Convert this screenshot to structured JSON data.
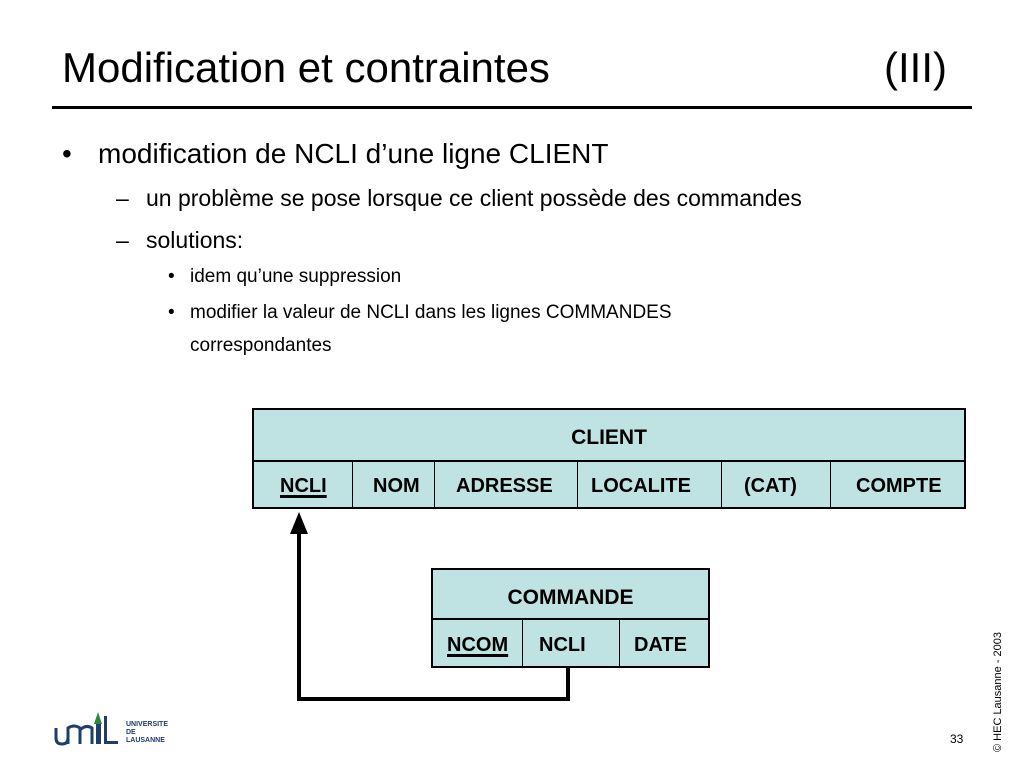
{
  "title": "Modification et contraintes",
  "title_number": "(III)",
  "bullets": {
    "b1": "modification de NCLI d’une ligne CLIENT",
    "b1_marker": "•",
    "sub1": "un problème se pose lorsque ce client possède des commandes",
    "sub2": "solutions:",
    "sub_marker": "–",
    "sub2_items": [
      "idem qu’une suppression",
      "modifier la valeur de NCLI dans les lignes COMMANDES",
      "correspondantes"
    ],
    "item_marker": "•"
  },
  "client_table": {
    "name": "CLIENT",
    "columns": [
      "NCLI",
      "NOM",
      "ADRESSE",
      "LOCALITE",
      "(CAT)",
      "COMPTE"
    ],
    "primary_key": "NCLI"
  },
  "commande_table": {
    "name": "COMMANDE",
    "columns": [
      "NCOM",
      "NCLI",
      "DATE"
    ],
    "primary_key": "NCOM"
  },
  "footer": {
    "page_number": "33",
    "copyright": "© HEC Lausanne - 2003",
    "logo_text": [
      "UNIVERSITE",
      "DE",
      "LAUSANNE"
    ]
  },
  "colors": {
    "table_fill": "#bfe3e3",
    "line": "#000000"
  }
}
